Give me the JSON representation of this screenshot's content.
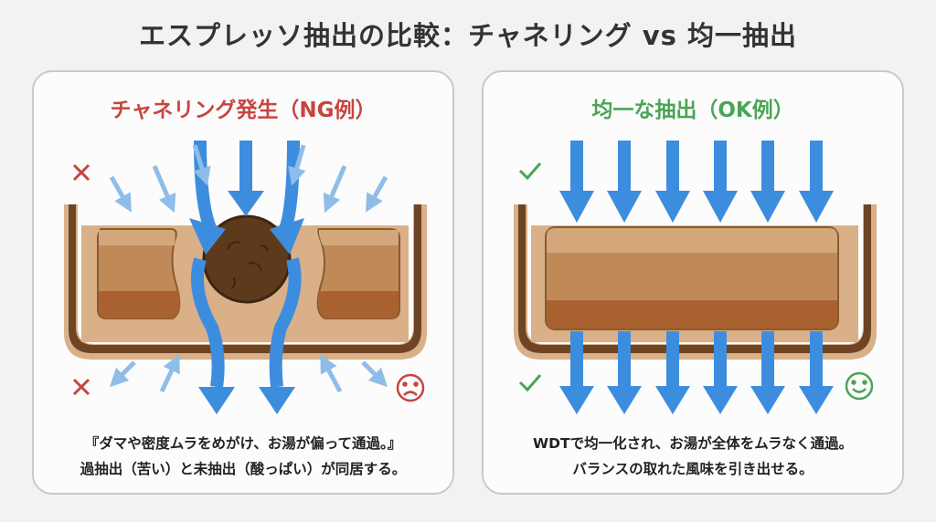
{
  "title": "エスプレッソ抽出の比較：チャネリング vs 均一抽出",
  "panels": {
    "ng": {
      "heading": "チャネリング発生（NG例）",
      "heading_color": "#c8443f",
      "description_lines": [
        "『ダマや密度ムラをめがけ、お湯が偏って通過。』",
        "過抽出（苦い）と未抽出（酸っぱい）が同居する。"
      ],
      "marks": [
        "cross-icon",
        "cross-icon",
        "sad-face-icon"
      ],
      "elements": [
        "portafilter-basket",
        "coffee-clump",
        "channel-flows",
        "deflected-water-arrows"
      ]
    },
    "ok": {
      "heading": "均一な抽出（OK例）",
      "heading_color": "#4aa555",
      "description_lines": [
        "WDTで均一化され、お湯が全体をムラなく通過。",
        "バランスの取れた風味を引き出せる。"
      ],
      "marks": [
        "check-icon",
        "check-icon",
        "smile-face-icon"
      ],
      "elements": [
        "portafilter-basket",
        "even-coffee-puck",
        "six-inflow-arrows",
        "six-outflow-arrows"
      ]
    }
  },
  "colors": {
    "water_blue": "#3d8ddf",
    "water_light": "#8fbde9",
    "basket_dark": "#6e4425",
    "basket_light": "#d9b088",
    "puck_top": "#d3a77a",
    "puck_mid": "#c08a58",
    "puck_bottom": "#a9622f",
    "clump": "#5e3a1d"
  }
}
